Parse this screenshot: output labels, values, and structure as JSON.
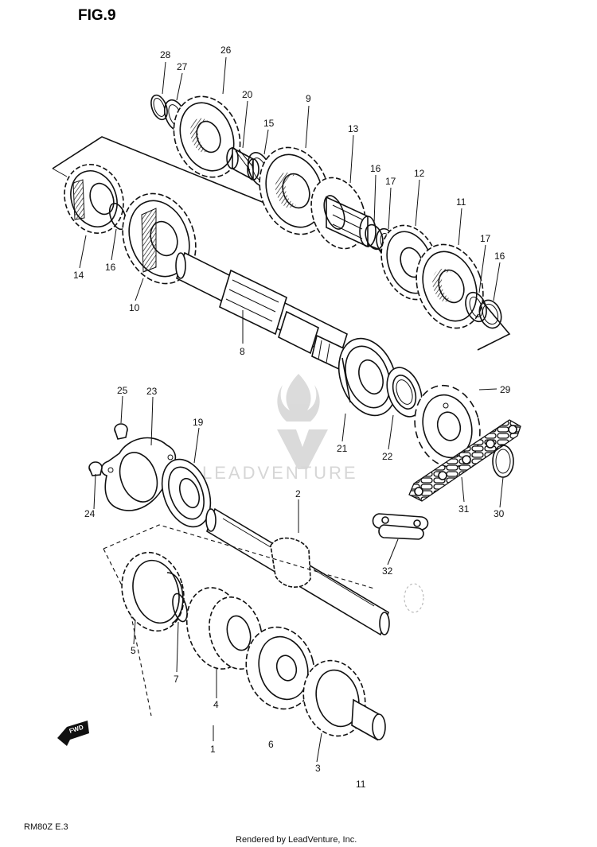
{
  "figure": {
    "title": "FIG.9",
    "model_code": "RM80Z E.3",
    "rendered_by": "Rendered by LeadVenture, Inc.",
    "watermark": "LEADVENTURE",
    "fwd_label": "FWD"
  },
  "callouts": [
    {
      "id": "c28",
      "text": "28",
      "part": "circlip"
    },
    {
      "id": "c27",
      "text": "27",
      "part": "washer"
    },
    {
      "id": "c26",
      "text": "26",
      "part": "gear"
    },
    {
      "id": "c20",
      "text": "20",
      "part": "needle-bearing"
    },
    {
      "id": "c15",
      "text": "15",
      "part": "washer"
    },
    {
      "id": "c9",
      "text": "9",
      "part": "gear"
    },
    {
      "id": "c13",
      "text": "13",
      "part": "gear"
    },
    {
      "id": "c16a",
      "text": "16",
      "part": "circlip"
    },
    {
      "id": "c17a",
      "text": "17",
      "part": "washer"
    },
    {
      "id": "c12",
      "text": "12",
      "part": "gear"
    },
    {
      "id": "c11",
      "text": "11",
      "part": "gear"
    },
    {
      "id": "c17b",
      "text": "17",
      "part": "washer"
    },
    {
      "id": "c16b",
      "text": "16",
      "part": "circlip"
    },
    {
      "id": "c14",
      "text": "14",
      "part": "gear"
    },
    {
      "id": "c16c",
      "text": "16",
      "part": "circlip"
    },
    {
      "id": "c10",
      "text": "10",
      "part": "gear"
    },
    {
      "id": "c8",
      "text": "8",
      "part": "countershaft"
    },
    {
      "id": "c21",
      "text": "21",
      "part": "bearing"
    },
    {
      "id": "c22",
      "text": "22",
      "part": "oil-seal"
    },
    {
      "id": "c29",
      "text": "29",
      "part": "engine-sprocket"
    },
    {
      "id": "c25",
      "text": "25",
      "part": "screw"
    },
    {
      "id": "c23",
      "text": "23",
      "part": "bearing-retainer"
    },
    {
      "id": "c19",
      "text": "19",
      "part": "bearing"
    },
    {
      "id": "c24",
      "text": "24",
      "part": "screw"
    },
    {
      "id": "c2",
      "text": "2",
      "part": "driveshaft"
    },
    {
      "id": "c30",
      "text": "30",
      "part": "circlip"
    },
    {
      "id": "c31",
      "text": "31",
      "part": "drive-chain"
    },
    {
      "id": "c32",
      "text": "32",
      "part": "chain-joint"
    },
    {
      "id": "c5",
      "text": "5",
      "part": "gear"
    },
    {
      "id": "c7",
      "text": "7",
      "part": "circlip"
    },
    {
      "id": "c4",
      "text": "4",
      "part": "gear"
    },
    {
      "id": "c1",
      "text": "1",
      "part": "gear"
    },
    {
      "id": "c6",
      "text": "6",
      "part": "gear"
    },
    {
      "id": "c3",
      "text": "3",
      "part": "gear"
    },
    {
      "id": "c11b",
      "text": "11",
      "part": "gear"
    }
  ]
}
